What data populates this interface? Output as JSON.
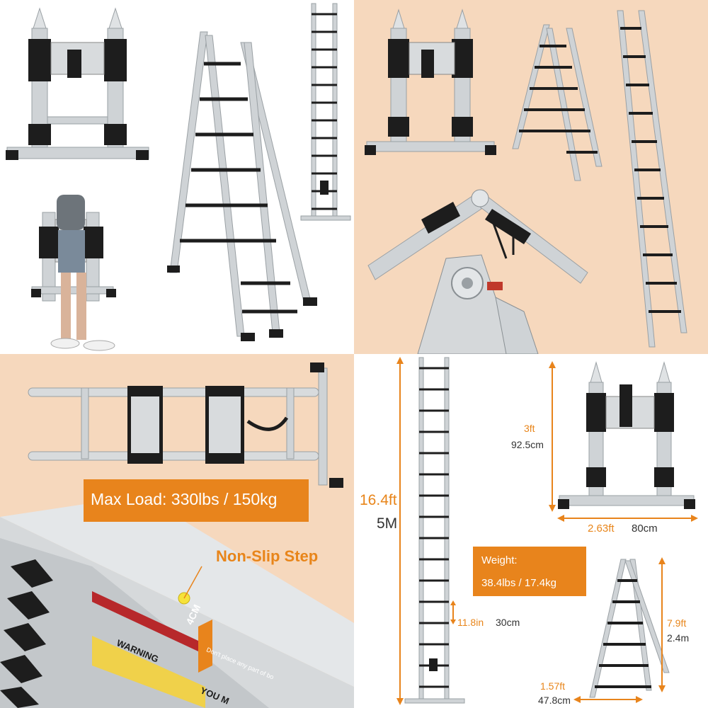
{
  "colors": {
    "accent": "#e8841c",
    "panel_peach": "#f6d8bd",
    "aluminum": "#cfd3d6",
    "rubber": "#1d1d1d",
    "background": "#ffffff"
  },
  "features": {
    "max_load": "Max Load: 330lbs / 150kg",
    "non_slip": "Non-Slip Step",
    "step_depth": "4CM",
    "warning": "WARNING",
    "warning_sub": "Don't place any part of bo",
    "warning_line2": "YOU M"
  },
  "dimensions": {
    "height_ft": "16.4ft",
    "height_m": "5M",
    "folded_ft": "3ft",
    "folded_cm": "92.5cm",
    "width_ft": "2.63ft",
    "width_cm": "80cm",
    "weight_label": "Weight:",
    "weight_value": "38.4lbs / 17.4kg",
    "step_ft": "11.8in",
    "step_cm": "30cm",
    "aframe_ft": "7.9ft",
    "aframe_m": "2.4m",
    "base_ft": "1.57ft",
    "base_cm": "47.8cm"
  }
}
